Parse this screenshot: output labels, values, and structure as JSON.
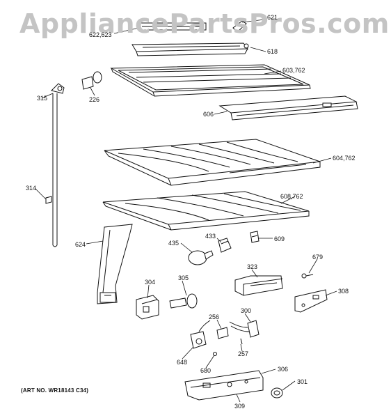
{
  "watermark": "AppliancePartsPros.com",
  "art_number": "(ART NO. WR18143 C34)",
  "callouts": {
    "p621": "621",
    "p622": "622,623",
    "p618": "618",
    "p603": "603,762",
    "p315": "315",
    "p226": "226",
    "p606": "606",
    "p604": "604,762",
    "p314": "314",
    "p608": "608,762",
    "p624": "624",
    "p435": "435",
    "p433": "433",
    "p609": "609",
    "p679": "679",
    "p323": "323",
    "p304": "304",
    "p305": "305",
    "p308": "308",
    "p256": "256",
    "p300": "300",
    "p257": "257",
    "p648": "648",
    "p680": "680",
    "p306": "306",
    "p301": "301",
    "p309": "309"
  },
  "colors": {
    "line": "#111111",
    "watermark": "#c4c4c4",
    "background": "#ffffff"
  }
}
